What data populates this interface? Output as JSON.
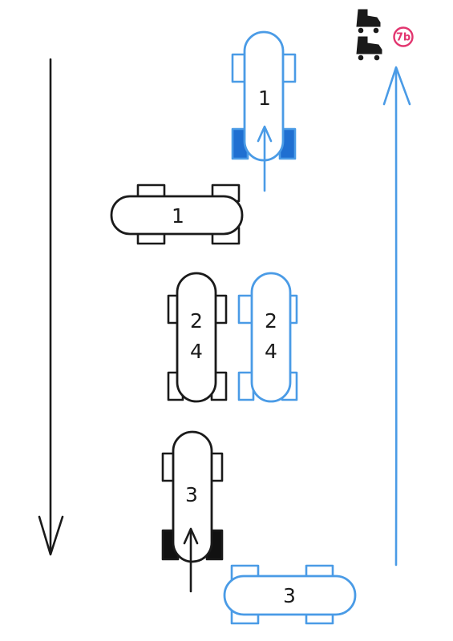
{
  "colors": {
    "black": "#1a1a1a",
    "blue": "#4a9be6",
    "badge": "#e2356f",
    "filled_wheel_blue": "#1f6fd1",
    "filled_wheel_black": "#111111"
  },
  "badge": {
    "text": "7b"
  },
  "icon": {
    "name": "roller-skates-icon"
  },
  "lanes": [
    {
      "direction": "down",
      "color": "black"
    },
    {
      "direction": "up",
      "color": "blue"
    }
  ],
  "skateboards": [
    {
      "id": "blue-1",
      "label": "1",
      "color": "blue",
      "orientation": "vertical",
      "rear_wheels_filled": true,
      "motion_arrow": true
    },
    {
      "id": "black-1",
      "label": "1",
      "color": "black",
      "orientation": "horizontal",
      "rear_wheels_filled": false,
      "motion_arrow": false
    },
    {
      "id": "black-24",
      "label": "2\n4",
      "color": "black",
      "orientation": "vertical",
      "rear_wheels_filled": false,
      "motion_arrow": false
    },
    {
      "id": "blue-24",
      "label": "2\n4",
      "color": "blue",
      "orientation": "vertical",
      "rear_wheels_filled": false,
      "motion_arrow": false
    },
    {
      "id": "black-3",
      "label": "3",
      "color": "black",
      "orientation": "vertical",
      "rear_wheels_filled": true,
      "motion_arrow": true
    },
    {
      "id": "blue-3",
      "label": "3",
      "color": "blue",
      "orientation": "horizontal",
      "rear_wheels_filled": false,
      "motion_arrow": false
    }
  ]
}
